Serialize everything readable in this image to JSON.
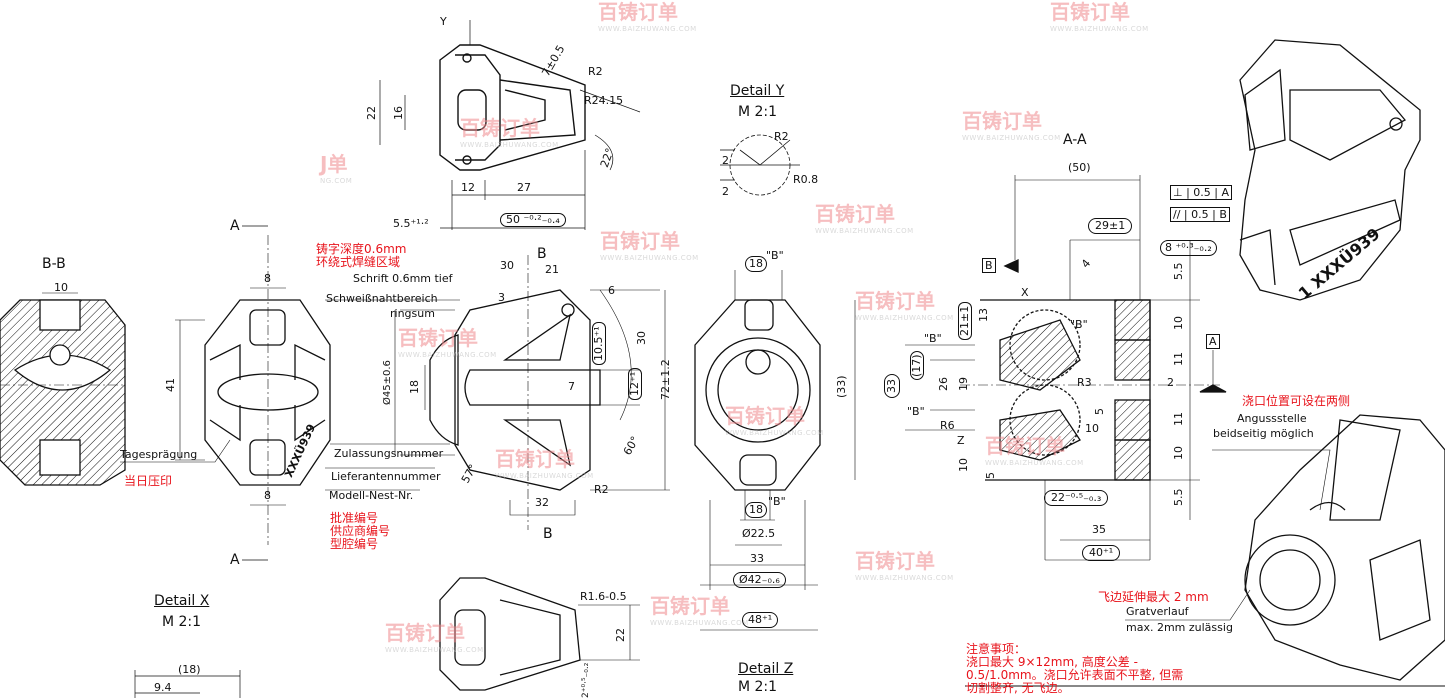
{
  "watermark": {
    "brand": "百铸订单",
    "url": "WWW.BAIZHUWANG.COM",
    "partial": "J单",
    "partial_url": "NG.COM"
  },
  "top_view": {
    "label_y": "Y",
    "angle_tol": "7±0.5",
    "r2": "R2",
    "r24": "R24.15",
    "angle": "22°",
    "h22": "22",
    "h16": "16",
    "w12": "12",
    "w27": "27",
    "w55": "5.5⁺¹·²",
    "w50": "50 ⁻⁰·²₋₀.₄"
  },
  "detail_y": {
    "title": "Detail Y",
    "scale": "M 2:1",
    "r2": "R2",
    "d2a": "2",
    "d2b": "2",
    "r08": "R0.8"
  },
  "section_bb": {
    "title": "B-B",
    "w10": "10"
  },
  "front_view": {
    "a_top": "A",
    "a_bottom": "A",
    "w8_top": "8",
    "h41": "41",
    "w8_bottom": "8",
    "tages": "Tagesprägung",
    "tages_cn": "当日压印",
    "marking": "XXXÜ939"
  },
  "side_view": {
    "cn_depth": "铸字深度0.6mm",
    "cn_weld": "环绕式焊缝区域",
    "schrift": "Schrift 0.6mm tief",
    "schweiss1": "Schweißnahtbereich",
    "schweiss2": "ringsum",
    "zulassung": "Zulassungsnummer",
    "lieferant": "Lieferantennummer",
    "modell": "Modell-Nest-Nr.",
    "cn_approval": "批准编号",
    "cn_supplier": "供应商编号",
    "cn_cavity": "型腔编号",
    "b_top": "B",
    "b_bottom": "B",
    "d30": "30",
    "d21": "21",
    "d3": "3",
    "d6": "6",
    "d105": "10.5⁺¹",
    "d30b": "30",
    "d12": "12⁺¹",
    "d7": "7",
    "d72": "72±1.2",
    "a60": "60°",
    "a57": "57°",
    "d32": "32",
    "r2": "R2",
    "d45": "Ø45±0.6",
    "d18": "18"
  },
  "center_view": {
    "d18_top": "18",
    "b_top": "\"B\"",
    "d33p": "(33)",
    "d18_bot": "18",
    "b_bot": "\"B\"",
    "d225": "Ø22.5",
    "d33": "33",
    "d42": "Ø42₋₀.₆",
    "d48": "48⁺¹"
  },
  "detail_x": {
    "title": "Detail X",
    "scale": "M 2:1",
    "d18": "(18)",
    "d94": "9.4"
  },
  "bottom_view": {
    "r16": "R1.6-0.5",
    "d22": "22",
    "d2": "2⁺⁰·⁵₋₀.₂"
  },
  "detail_z": {
    "title": "Detail Z",
    "scale": "M 2:1"
  },
  "section_aa": {
    "title": "A-A",
    "d50": "(50)",
    "d29": "29±1",
    "tol_perp": "⊥",
    "tol_perp_val": "0.5",
    "tol_perp_ref": "A",
    "tol_par": "//",
    "tol_par_val": "0.5",
    "tol_par_ref": "B",
    "d8": "8 ⁺⁰·³₋₀.₂",
    "datum_b": "B",
    "datum_a": "A",
    "d55a": "5.5",
    "d10a": "10",
    "d11a": "11",
    "d2": "2",
    "d11b": "11",
    "d10b": "10",
    "d55b": "5.5",
    "x": "X",
    "d13": "13",
    "d21": "21±1",
    "b1": "\"B\"",
    "d17": "(17)",
    "d26": "26",
    "d19": "19",
    "d33": "33",
    "b2": "\"B\"",
    "b3": "\"B\"",
    "r3": "R3",
    "r6": "R6",
    "z": "Z",
    "d10c": "10",
    "d5": "5",
    "d10d": "10",
    "d5b": "5",
    "d22": "22⁻⁰·⁵₋₀.₃",
    "d35": "35",
    "d40": "40⁺¹",
    "d4": "4"
  },
  "notes": {
    "gate_cn": "浇口位置可设在两侧",
    "gate_de1": "Angussstelle",
    "gate_de2": "beidseitig möglich",
    "flash_cn": "飞边延伸最大 2 mm",
    "flash_de1": "Gratverlauf",
    "flash_de2": "max. 2mm zulässig",
    "note_title": "注意事项：",
    "note_1": "浇口最大 9×12mm, 高度公差 -",
    "note_2": "0.5/1.0mm。浇口允许表面不平整, 但需",
    "note_3": "切割整齐, 无飞边。"
  },
  "iso_view": {
    "marking": "1 XXXÜ939"
  }
}
